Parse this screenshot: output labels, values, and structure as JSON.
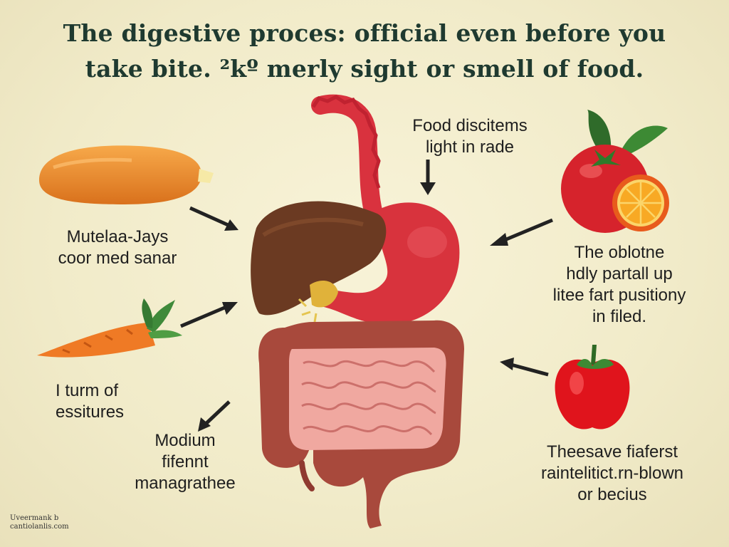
{
  "title": {
    "line1": "The digestive proces: official even before you",
    "line2": "take bite. ²kº merly sight or smell of food."
  },
  "labels": {
    "left_top": [
      "Mutelaa-Jays",
      "coor med sanar"
    ],
    "left_mid": [
      "I turm of",
      "essitures"
    ],
    "left_bottom": [
      "Modium",
      "fifennt",
      "managrathee"
    ],
    "center_top": [
      "Food discitems",
      "light in rade"
    ],
    "right_top": [
      "The oblotne",
      "hdly partall up",
      "litee fart pusitiony",
      "in filed."
    ],
    "right_bottom": [
      "Theesave fiaferst",
      "raintelitict.rn-blown",
      "or becius"
    ]
  },
  "credit": [
    "Uveermank b",
    "cantiolanlis.com"
  ],
  "colors": {
    "background": "#f3edcf",
    "title": "#1f3a30",
    "stomach": "#d8333d",
    "liver": "#6b3a22",
    "intestine": "#a8493c",
    "small_intestine": "#f0a8a0"
  },
  "icons": [
    "sweet-potato-icon",
    "carrot-icon",
    "tomato-icon",
    "orange-slice-icon",
    "apple-icon",
    "leaf-icon"
  ]
}
